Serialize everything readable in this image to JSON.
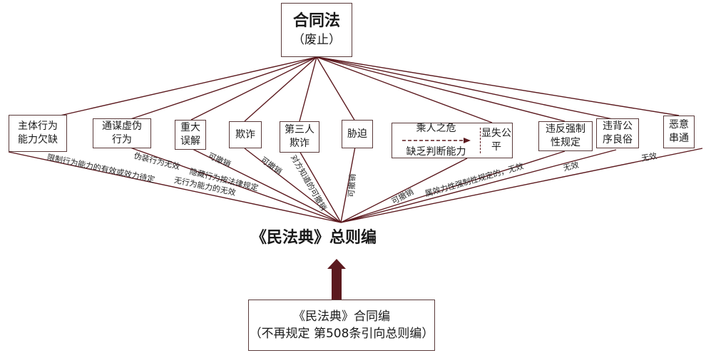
{
  "top": {
    "title": "合同法",
    "subtitle": "（废止）"
  },
  "categories": [
    {
      "label": "主体行为能力欠缺"
    },
    {
      "label": "通谋虚伪行为"
    },
    {
      "label": "重大误解"
    },
    {
      "label": "欺诈"
    },
    {
      "label": "第三人欺诈"
    },
    {
      "label": "胁迫"
    },
    {
      "label_top": "乘人之危",
      "label_bottom": "缺乏判断能力",
      "label_right": "显失公平"
    },
    {
      "label": "违反强制性规定"
    },
    {
      "label": "违背公序良俗"
    },
    {
      "label": "恶意串通"
    }
  ],
  "edge_labels": [
    "限制行为能力的有效或效力待定",
    "无行为能力的无效",
    "伪装行为无效",
    "隐藏行为按法律规定",
    "可撤销",
    "可撤销",
    "对方知道的可撤销",
    "可撤销",
    "可撤销",
    "属效力性强制性规定的，无效",
    "无效",
    "无效"
  ],
  "middle": {
    "label": "《民法典》总则编"
  },
  "bottom": {
    "line1": "《民法典》合同编",
    "line2": "（不再规定  第508条引向总则编）"
  },
  "colors": {
    "line": "#5c1a1f",
    "border": "#5a3a3a",
    "arrow": "#5c1a1f"
  }
}
